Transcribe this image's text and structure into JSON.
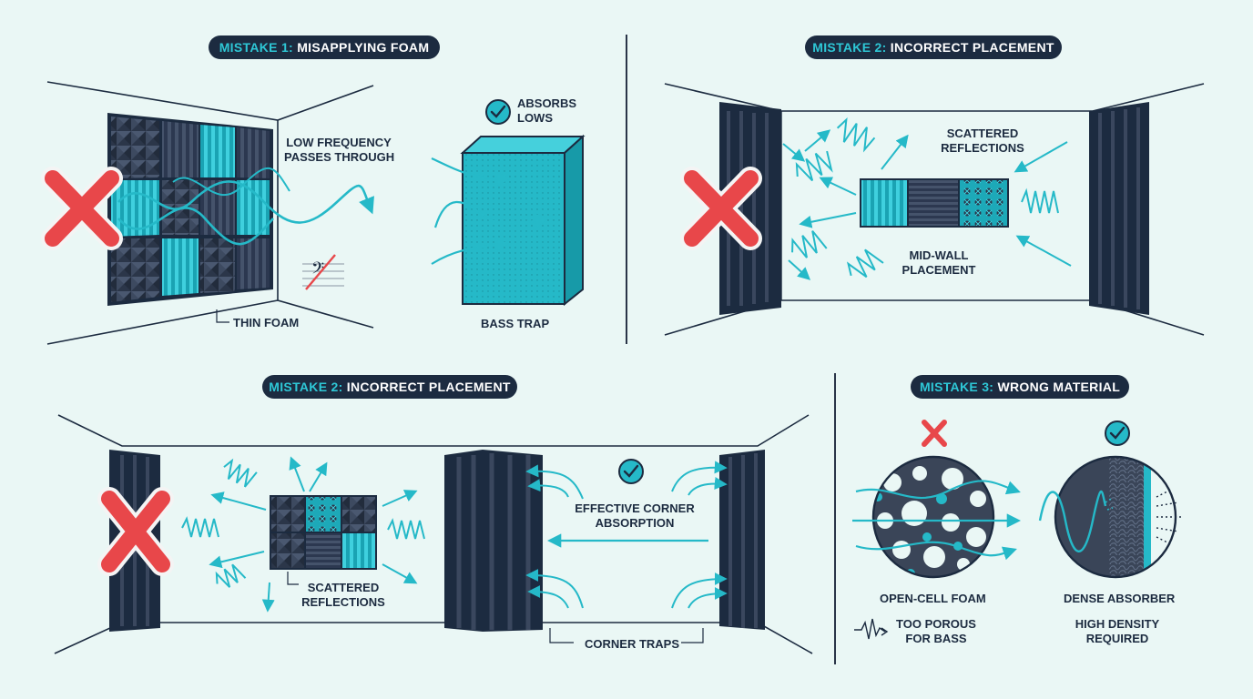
{
  "colors": {
    "navy": "#1c2b40",
    "teal": "#25b9c8",
    "red": "#e8474a",
    "background": "#eaf7f5"
  },
  "panel1": {
    "title_prefix": "MISTAKE 1:",
    "title_rest": " MISAPPLYING FOAM",
    "wave_label": "LOW FREQUENCY\nPASSES THROUGH",
    "foam_label": "THIN FOAM",
    "absorbs_label": "ABSORBS\nLOWS",
    "trap_label": "BASS TRAP",
    "icons": [
      "x-mark-icon",
      "bass-clef-crossed-icon",
      "check-icon"
    ]
  },
  "panel2": {
    "title_prefix": "MISTAKE 2:",
    "title_rest": " INCORRECT PLACEMENT",
    "scatter_label": "SCATTERED\nREFLECTIONS",
    "midwall_label": "MID-WALL\nPLACEMENT",
    "icons": [
      "x-mark-icon"
    ]
  },
  "panel3": {
    "title_prefix": "MISTAKE 2:",
    "title_rest": " INCORRECT PLACEMENT",
    "scatter_label": "SCATTERED\nREFLECTIONS",
    "effective_label": "EFFECTIVE CORNER\nABSORPTION",
    "corner_label": "CORNER TRAPS",
    "icons": [
      "x-mark-icon",
      "check-icon"
    ]
  },
  "panel4": {
    "title_prefix": "MISTAKE 3:",
    "title_rest": " WRONG MATERIAL",
    "foam_label": "OPEN-CELL FOAM",
    "porous_label": "TOO POROUS\nFOR BASS",
    "dense_label": "DENSE ABSORBER",
    "density_label": "HIGH DENSITY\nREQUIRED",
    "icons": [
      "x-mark-icon",
      "check-icon",
      "wave-icon"
    ]
  }
}
